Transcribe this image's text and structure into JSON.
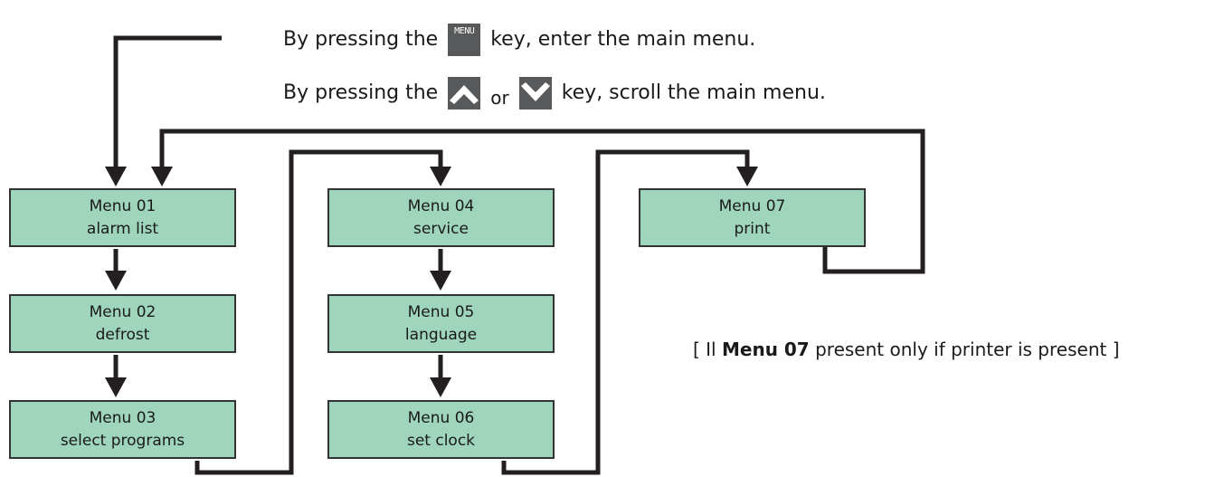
{
  "instructions": {
    "line1_before": "By pressing the",
    "menu_key_label": "MENU",
    "line1_after": "key, enter the main menu.",
    "line2_before": "By pressing the",
    "line2_or": "or",
    "line2_after": "key, scroll the main menu."
  },
  "menus": [
    {
      "title": "Menu 01",
      "name": "alarm list"
    },
    {
      "title": "Menu 02",
      "name": "defrost"
    },
    {
      "title": "Menu 03",
      "name": "select programs"
    },
    {
      "title": "Menu 04",
      "name": "service"
    },
    {
      "title": "Menu 05",
      "name": "language"
    },
    {
      "title": "Menu 06",
      "name": "set clock"
    },
    {
      "title": "Menu 07",
      "name": "print"
    }
  ],
  "note": {
    "open": "[ Il",
    "bold": "Menu 07",
    "rest": "present only if printer is present ]"
  },
  "colors": {
    "box_fill": "#9fd5bd",
    "line": "#231f20",
    "key": "#58595b"
  },
  "icons": [
    "up-arrow-key-icon",
    "down-arrow-key-icon",
    "menu-key-icon"
  ]
}
